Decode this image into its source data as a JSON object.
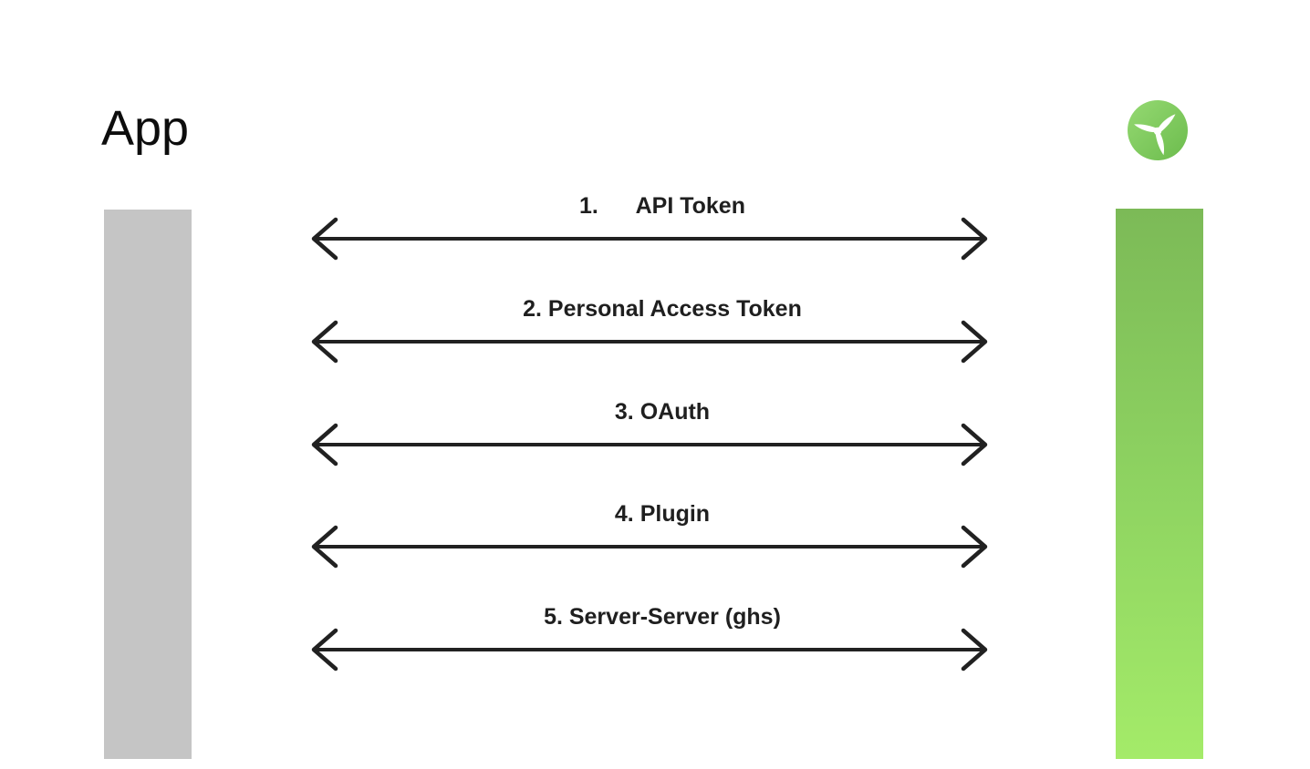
{
  "title": "App",
  "logo": {
    "icon": "propeller-icon",
    "circle_gradient_top": "#95d972",
    "circle_gradient_bottom": "#6cbc4d",
    "blade_color": "#ffffff"
  },
  "lifelines": {
    "left": {
      "color": "#c5c5c5"
    },
    "right": {
      "gradient_top": "#7cba57",
      "gradient_bottom": "#a4eb69"
    }
  },
  "colors": {
    "background": "#ffffff",
    "arrow": "#212121",
    "label_text": "#1f1f1f",
    "title_text": "#0d0d0d"
  },
  "connections": [
    {
      "label": "1.      API Token"
    },
    {
      "label": "2. Personal Access Token"
    },
    {
      "label": "3. OAuth"
    },
    {
      "label": "4. Plugin"
    },
    {
      "label": "5. Server-Server (ghs)"
    }
  ]
}
